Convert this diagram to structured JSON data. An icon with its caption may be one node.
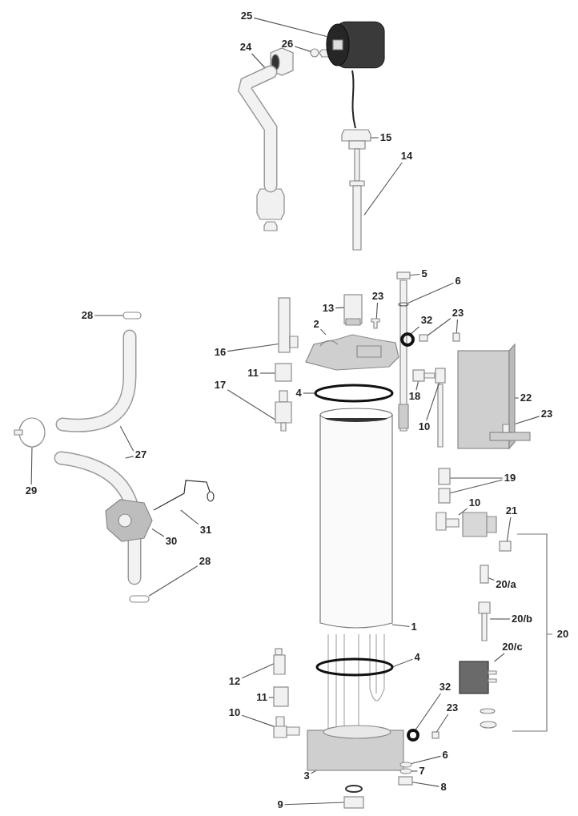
{
  "diagram": {
    "nodes": [
      {
        "text": [
          "25"
        ]
      },
      {
        "text": [
          "26"
        ]
      },
      {
        "text": [
          "24"
        ]
      },
      {
        "text": [
          "15"
        ]
      },
      {
        "text": [
          "14"
        ]
      },
      {
        "text": [
          "5"
        ]
      },
      {
        "text": [
          "6"
        ]
      },
      {
        "text": [
          "23"
        ]
      },
      {
        "text": [
          "13"
        ]
      },
      {
        "text": [
          "23"
        ]
      },
      {
        "text": [
          "28"
        ]
      },
      {
        "text": [
          "2"
        ]
      },
      {
        "text": [
          "32"
        ]
      },
      {
        "text": [
          "16"
        ]
      },
      {
        "text": [
          "11"
        ]
      },
      {
        "text": [
          "17"
        ]
      },
      {
        "text": [
          "4"
        ]
      },
      {
        "text": [
          "18"
        ]
      },
      {
        "text": [
          "22"
        ]
      },
      {
        "text": [
          "23"
        ]
      },
      {
        "text": [
          "10"
        ]
      },
      {
        "text": [
          "27"
        ]
      },
      {
        "text": [
          "19"
        ]
      },
      {
        "text": [
          "29"
        ]
      },
      {
        "text": [
          "10"
        ]
      },
      {
        "text": [
          "21"
        ]
      },
      {
        "text": [
          "31"
        ]
      },
      {
        "text": [
          "30"
        ]
      },
      {
        "text": [
          "28"
        ]
      },
      {
        "text": [
          "20/a"
        ]
      },
      {
        "text": [
          "20/b"
        ]
      },
      {
        "text": [
          "1"
        ]
      },
      {
        "text": [
          "20/c"
        ]
      },
      {
        "text": [
          "4"
        ]
      },
      {
        "text": [
          "12"
        ]
      },
      {
        "text": [
          "32"
        ]
      },
      {
        "text": [
          "11"
        ]
      },
      {
        "text": [
          "23"
        ]
      },
      {
        "text": [
          "10"
        ]
      },
      {
        "text": [
          "6"
        ]
      },
      {
        "text": [
          "7"
        ]
      },
      {
        "text": [
          "3"
        ]
      },
      {
        "text": [
          "8"
        ]
      },
      {
        "text": [
          "9"
        ]
      },
      {
        "text": [],
        "shape": "cylinder"
      },
      {
        "text": [],
        "shape": "circle"
      },
      {
        "text": [],
        "shape": "picture"
      },
      {
        "text": [],
        "shape": "picture"
      },
      {
        "text": [],
        "shape": "picture"
      },
      {
        "text": [],
        "shape": "box"
      },
      {
        "text": [],
        "shape": "picture"
      },
      {
        "text": [],
        "shape": "picture"
      },
      {
        "text": [],
        "shape": "box"
      },
      {
        "text": [],
        "shape": "box"
      },
      {
        "text": [],
        "shape": "box"
      },
      {
        "text": [],
        "shape": "picture"
      },
      {
        "text": [],
        "shape": "picture"
      },
      {
        "text": [],
        "shape": "circle"
      },
      {
        "text": [],
        "shape": "box"
      },
      {
        "text": [],
        "shape": "box"
      },
      {
        "text": [],
        "shape": "box"
      },
      {
        "text": [],
        "shape": "circle"
      },
      {
        "text": [],
        "shape": "box"
      },
      {
        "text": [],
        "shape": "box"
      },
      {
        "text": [],
        "shape": "box"
      },
      {
        "text": [],
        "shape": "box"
      },
      {
        "text": [],
        "shape": "picture"
      },
      {
        "text": [],
        "shape": "picture"
      },
      {
        "text": [],
        "shape": "circle"
      },
      {
        "text": [],
        "shape": "box"
      },
      {
        "text": [],
        "shape": "box"
      },
      {
        "text": [],
        "shape": "picture"
      },
      {
        "text": [],
        "shape": "box"
      },
      {
        "text": [],
        "shape": "picture"
      },
      {
        "text": [],
        "shape": "picture"
      },
      {
        "text": [],
        "shape": "picture"
      },
      {
        "text": [],
        "shape": "box"
      },
      {
        "text": [],
        "shape": "picture"
      },
      {
        "text": [],
        "shape": "picture"
      },
      {
        "text": [],
        "shape": "box"
      },
      {
        "text": [],
        "shape": "circle"
      },
      {
        "text": [],
        "shape": "box"
      },
      {
        "text": [],
        "shape": "circle"
      },
      {
        "text": [],
        "shape": "box"
      },
      {
        "text": [],
        "shape": "box"
      },
      {
        "text": [],
        "shape": "picture"
      },
      {
        "text": [],
        "shape": "box"
      },
      {
        "text": [],
        "shape": "circle"
      },
      {
        "text": [],
        "shape": "circle"
      },
      {
        "text": [],
        "shape": "box"
      },
      {
        "text": [],
        "shape": "box"
      }
    ],
    "edges": [
      {
        "from": 0,
        "to": 44,
        "arrow": "none"
      },
      {
        "from": 1,
        "to": 45,
        "arrow": "none"
      },
      {
        "from": 2,
        "to": 46,
        "arrow": "none"
      },
      {
        "from": 3,
        "to": 47,
        "arrow": "none"
      },
      {
        "from": 4,
        "to": 48,
        "arrow": "none"
      },
      {
        "from": 5,
        "to": 49,
        "arrow": "none"
      },
      {
        "from": 6,
        "to": 50,
        "arrow": "none"
      },
      {
        "from": 7,
        "to": 51,
        "arrow": "none"
      },
      {
        "from": 8,
        "to": 52,
        "arrow": "none"
      },
      {
        "from": 9,
        "to": 53,
        "arrow": "none"
      },
      {
        "from": 9,
        "to": 54,
        "arrow": "none"
      },
      {
        "from": 10,
        "to": 55,
        "arrow": "none"
      },
      {
        "from": 11,
        "to": 56,
        "arrow": "none"
      },
      {
        "from": 12,
        "to": 57,
        "arrow": "none"
      },
      {
        "from": 13,
        "to": 58,
        "arrow": "none"
      },
      {
        "from": 14,
        "to": 59,
        "arrow": "none"
      },
      {
        "from": 15,
        "to": 60,
        "arrow": "none"
      },
      {
        "from": 16,
        "to": 61,
        "arrow": "none"
      },
      {
        "from": 17,
        "to": 62,
        "arrow": "none"
      },
      {
        "from": 18,
        "to": 64,
        "arrow": "none"
      },
      {
        "from": 19,
        "to": 65,
        "arrow": "none"
      },
      {
        "from": 20,
        "to": 63,
        "arrow": "none"
      },
      {
        "from": 21,
        "to": 66,
        "arrow": "none"
      },
      {
        "from": 21,
        "to": 67,
        "arrow": "none"
      },
      {
        "from": 22,
        "to": 69,
        "arrow": "none"
      },
      {
        "from": 22,
        "to": 70,
        "arrow": "none"
      },
      {
        "from": 23,
        "to": 68,
        "arrow": "none"
      },
      {
        "from": 24,
        "to": 71,
        "arrow": "none"
      },
      {
        "from": 25,
        "to": 72,
        "arrow": "none"
      },
      {
        "from": 26,
        "to": 74,
        "arrow": "none"
      },
      {
        "from": 27,
        "to": 73,
        "arrow": "none"
      },
      {
        "from": 28,
        "to": 75,
        "arrow": "none"
      },
      {
        "from": 29,
        "to": 76,
        "arrow": "none"
      },
      {
        "from": 30,
        "to": 77,
        "arrow": "none"
      },
      {
        "from": 31,
        "to": 78,
        "arrow": "none"
      },
      {
        "from": 32,
        "to": 79,
        "arrow": "none"
      },
      {
        "from": 33,
        "to": 80,
        "arrow": "none"
      },
      {
        "from": 34,
        "to": 81,
        "arrow": "none"
      },
      {
        "from": 35,
        "to": 82,
        "arrow": "none"
      },
      {
        "from": 36,
        "to": 83,
        "arrow": "none"
      },
      {
        "from": 37,
        "to": 84,
        "arrow": "none"
      },
      {
        "from": 38,
        "to": 85,
        "arrow": "none"
      },
      {
        "from": 39,
        "to": 87,
        "arrow": "none"
      },
      {
        "from": 40,
        "to": 88,
        "arrow": "none"
      },
      {
        "from": 41,
        "to": 86,
        "arrow": "none"
      },
      {
        "from": 42,
        "to": 89,
        "arrow": "none"
      },
      {
        "from": 43,
        "to": 90,
        "arrow": "none"
      }
    ],
    "labels": [
      "20"
    ]
  }
}
